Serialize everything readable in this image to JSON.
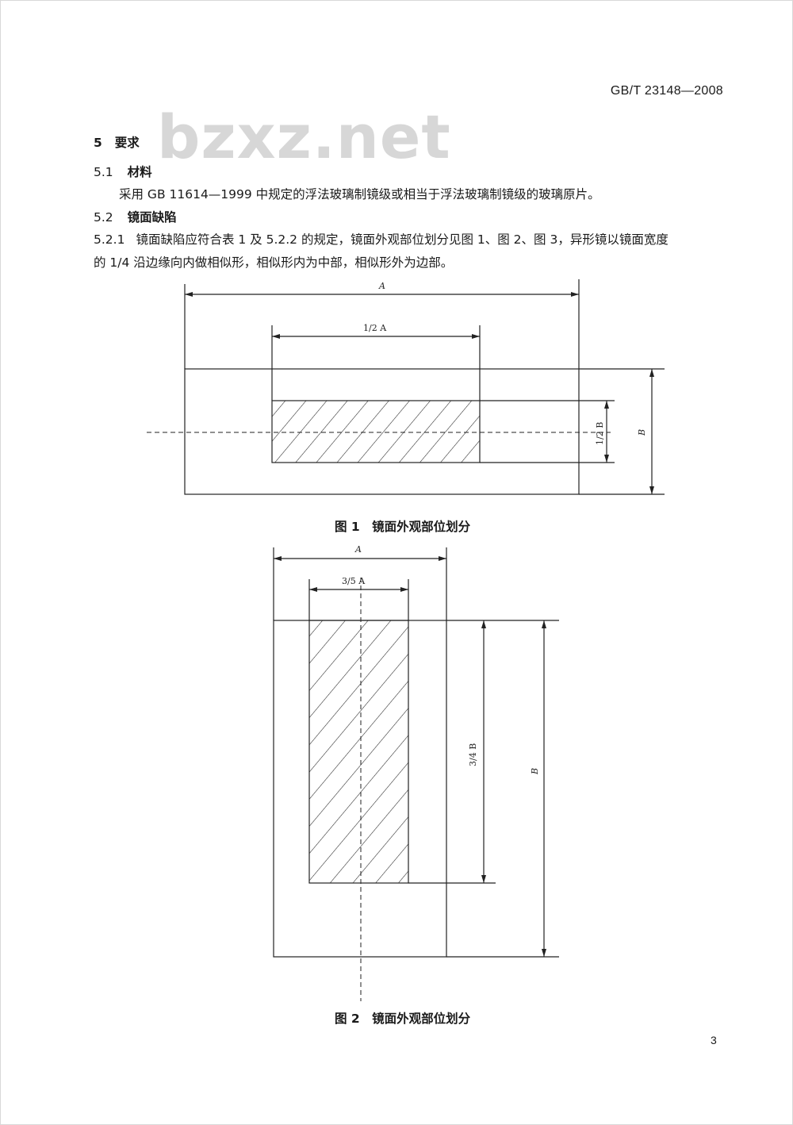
{
  "header": {
    "standard_number": "GB/T 23148—2008"
  },
  "watermark": "bzxz.net",
  "section5": {
    "number": "5",
    "title": "要求",
    "s5_1": {
      "number": "5.1",
      "title": "材料",
      "text": "采用 GB 11614—1999 中规定的浮法玻璃制镜级或相当于浮法玻璃制镜级的玻璃原片。"
    },
    "s5_2": {
      "number": "5.2",
      "title": "镜面缺陷",
      "s5_2_1": {
        "number": "5.2.1",
        "line1": "镜面缺陷应符合表 1 及 5.2.2 的规定，镜面外观部位划分见图 1、图 2、图 3，异形镜以镜面宽度",
        "line2": "的 1/4 沿边缘向内做相似形，相似形内为中部，相似形外为边部。"
      }
    }
  },
  "figure1": {
    "label_A": "A",
    "label_half_A": "1/2 A",
    "label_half_B": "1/2 B",
    "label_B": "B",
    "caption": "图 1　镜面外观部位划分"
  },
  "figure2": {
    "label_A": "A",
    "label_three_fifths_A": "3/5 A",
    "label_three_quarters_B": "3/4 B",
    "label_B": "B",
    "caption": "图 2　镜面外观部位划分"
  },
  "footer": {
    "page_number": "3"
  }
}
